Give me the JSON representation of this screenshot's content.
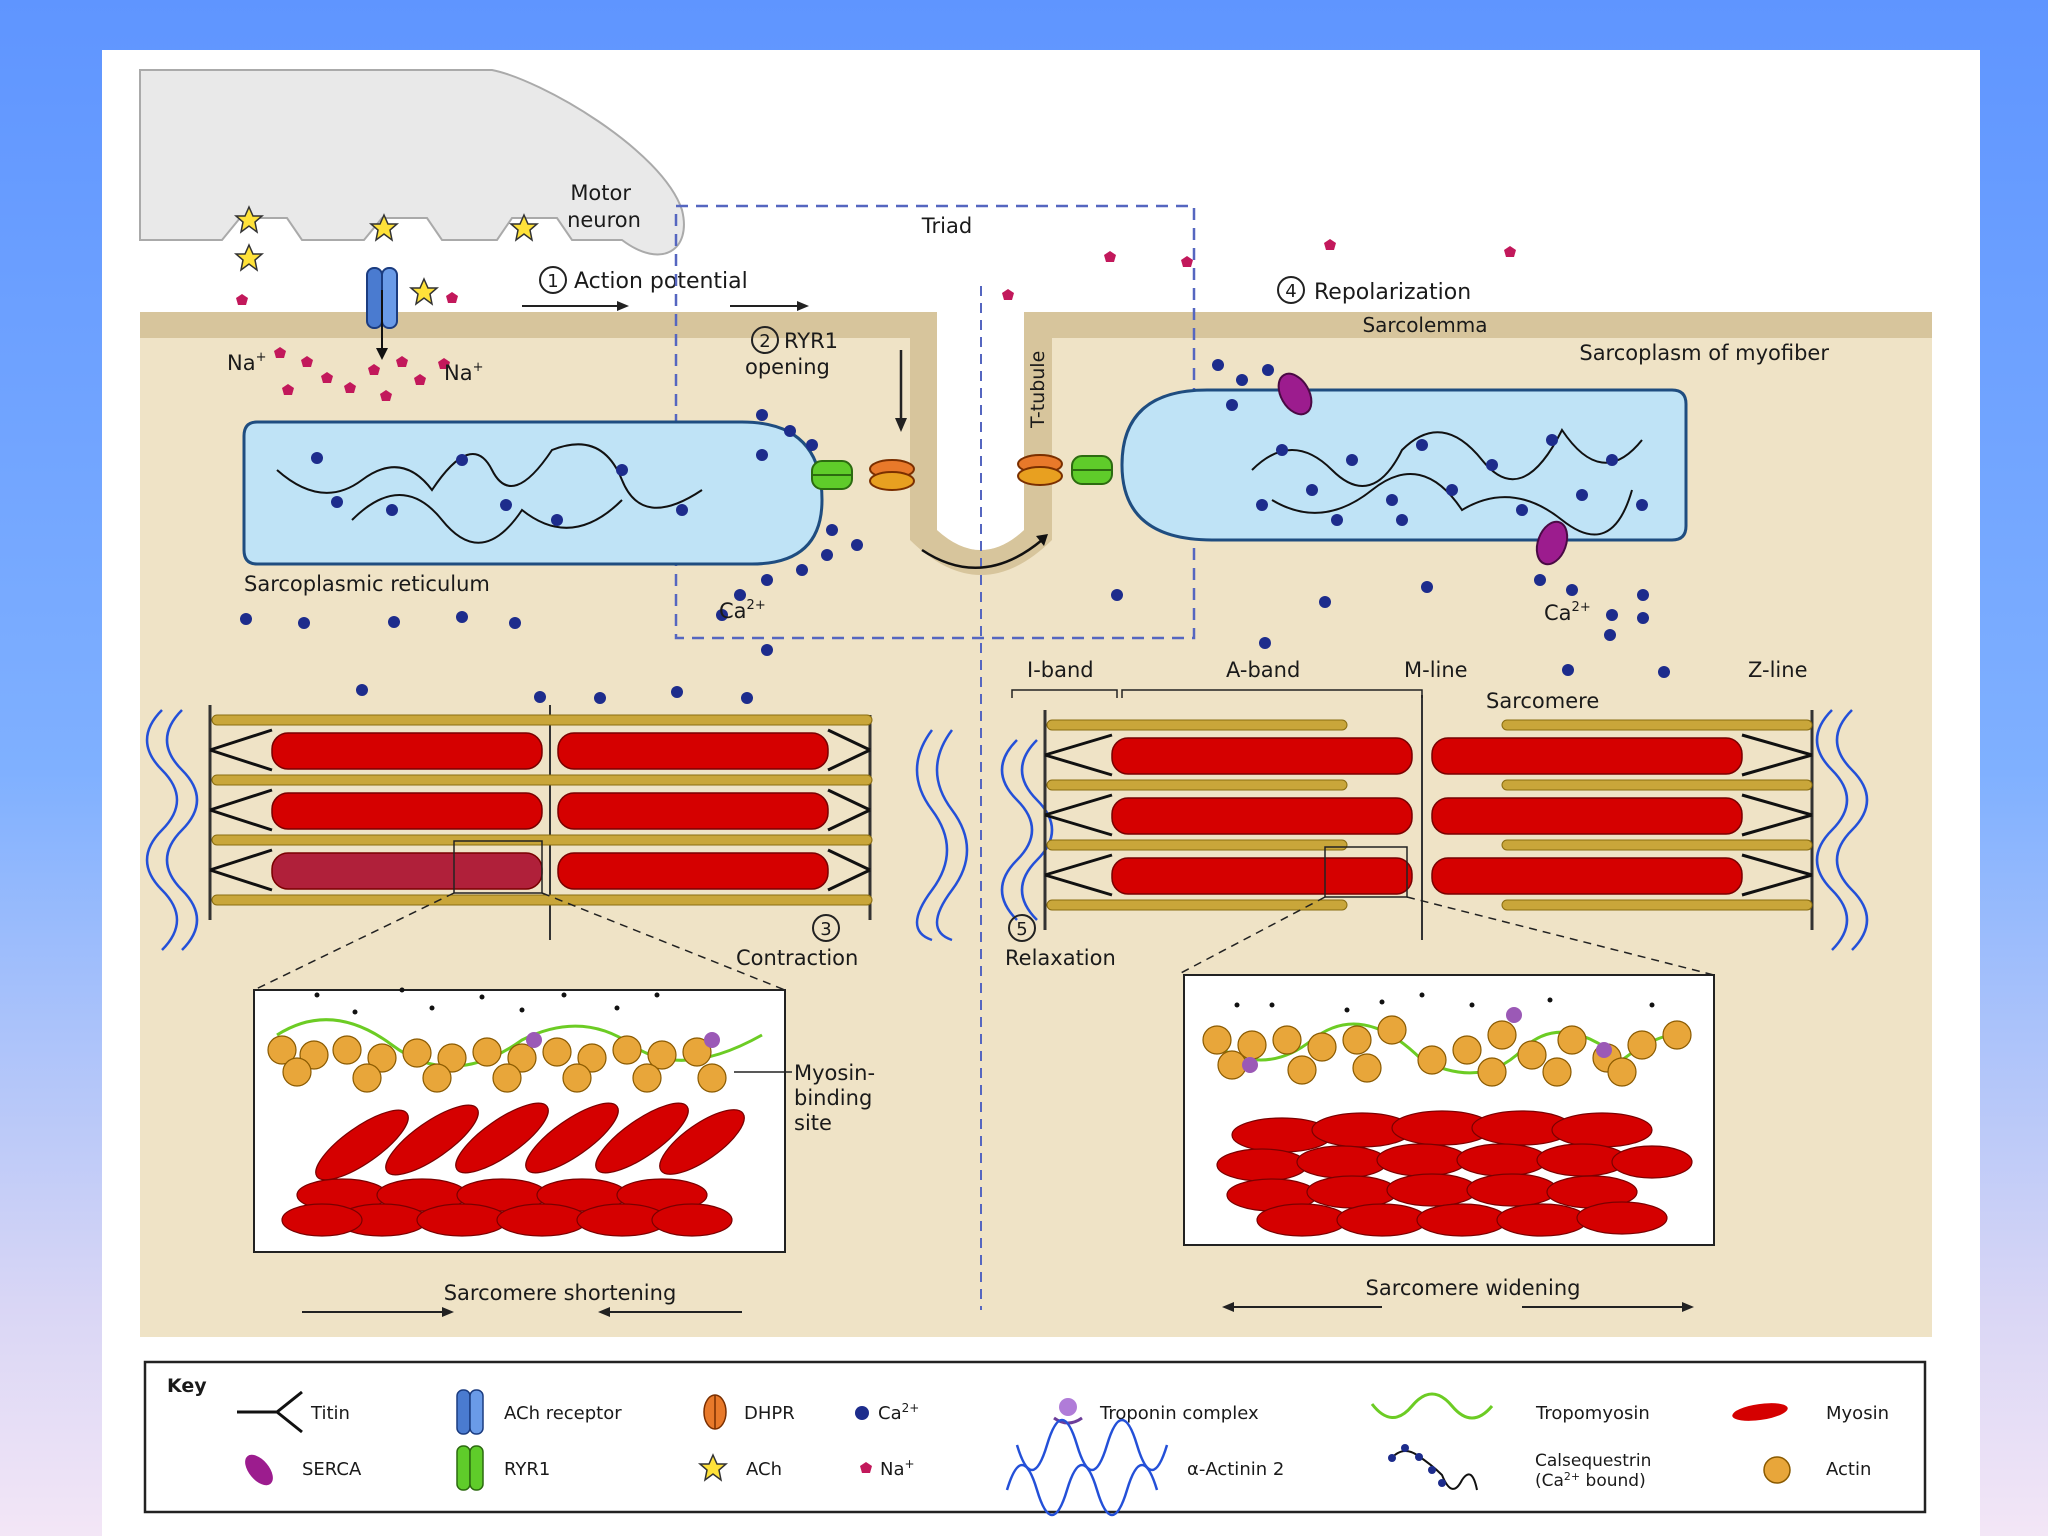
{
  "figure": {
    "motor_neuron": [
      "Motor",
      "neuron"
    ],
    "triad": "Triad",
    "step1": "Action potential",
    "step1_num": "1",
    "step2": [
      "RYR1",
      "opening"
    ],
    "step2_num": "2",
    "step3": "Contraction",
    "step3_num": "3",
    "step4": "Repolarization",
    "step4_num": "4",
    "step5": "Relaxation",
    "step5_num": "5",
    "sarcolemma": "Sarcolemma",
    "sarcoplasm": "Sarcoplasm of myofiber",
    "t_tubule": "T-tubule",
    "sr": "Sarcoplasmic reticulum",
    "na_left": "Na",
    "na_right": "Na",
    "ca_mid": "Ca",
    "ca_right": "Ca",
    "plus": "+",
    "ca_sup": "2+",
    "i_band": "I-band",
    "a_band": "A-band",
    "m_line": "M-line",
    "z_line": "Z-line",
    "sarcomere": "Sarcomere",
    "myosin_binding": [
      "Myosin-",
      "binding",
      "site"
    ],
    "shortening": "Sarcomere shortening",
    "widening": "Sarcomere widening"
  },
  "key": {
    "title": "Key",
    "items": [
      {
        "label": "Titin",
        "icon": "titin-icon"
      },
      {
        "label": "ACh receptor",
        "icon": "ach-receptor-icon"
      },
      {
        "label": "DHPR",
        "icon": "dhpr-icon"
      },
      {
        "label": "Ca",
        "sup": "2+",
        "icon": "calcium-icon"
      },
      {
        "label": "Troponin complex",
        "icon": "troponin-icon"
      },
      {
        "label": "Tropomyosin",
        "icon": "tropomyosin-icon"
      },
      {
        "label": "Myosin",
        "icon": "myosin-icon"
      },
      {
        "label": "SERCA",
        "icon": "serca-icon"
      },
      {
        "label": "RYR1",
        "icon": "ryr1-icon"
      },
      {
        "label": "ACh",
        "icon": "ach-icon"
      },
      {
        "label": "Na",
        "sup": "+",
        "icon": "sodium-icon"
      },
      {
        "label": "α-Actinin 2",
        "icon": "actinin-icon"
      },
      {
        "label": [
          "Calsequestrin",
          "(Ca",
          "2+",
          " bound)"
        ],
        "icon": "calsequestrin-icon"
      },
      {
        "label": "Actin",
        "icon": "actin-icon"
      }
    ]
  },
  "colors": {
    "cytoplasm": "#efe3c6",
    "membrane": "#d7c59c",
    "sr": "#bfe3f6",
    "calcium": "#1d2c8c",
    "sodium": "#c2185b",
    "myosin": "#d50000",
    "actin": "#e8a63a",
    "ryr1": "#5fcc2a",
    "serca": "#9c1c8e",
    "actinin": "#2450d8",
    "tropomyosin": "#6ccc24",
    "ach_receptor": "#4a7bd0"
  }
}
